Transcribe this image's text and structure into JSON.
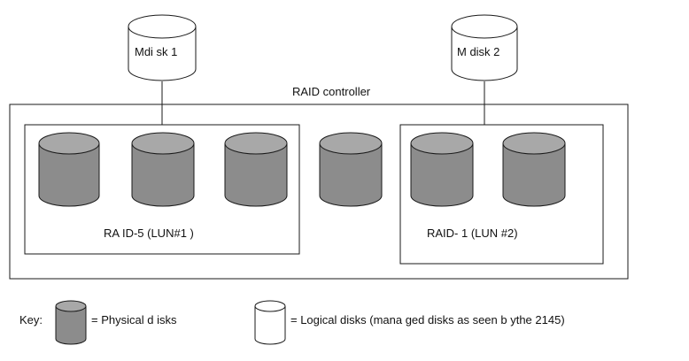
{
  "diagram": {
    "controller_label": "RAID controller",
    "mdisk1_label": "Mdi sk 1",
    "mdisk2_label": "M disk 2",
    "raid5_label": "RA ID-5 (LUN#1 )",
    "raid1_label": "RAID- 1 (LUN #2)"
  },
  "key": {
    "title": "Key:",
    "physical_label": "= Physical d isks",
    "logical_label": "= Logical disks (mana ged disks as seen b ythe 2145)"
  },
  "colors": {
    "physical_fill": "#8c8c8c",
    "physical_top": "#b0b0b0",
    "logical_fill": "#ffffff",
    "stroke": "#1a1a1a"
  }
}
